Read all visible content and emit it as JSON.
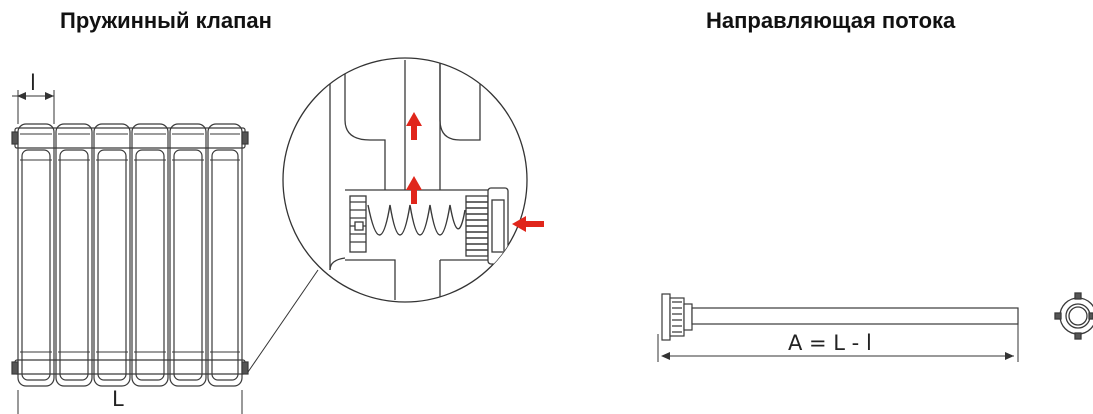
{
  "titles": {
    "left": "Пружинный клапан",
    "right": "Направляющая потока"
  },
  "dimensions": {
    "section_width": "l",
    "total_length": "L",
    "tube_length": "A = L - l"
  },
  "colors": {
    "line": "#3a3a3a",
    "arrow": "#e0261b"
  }
}
